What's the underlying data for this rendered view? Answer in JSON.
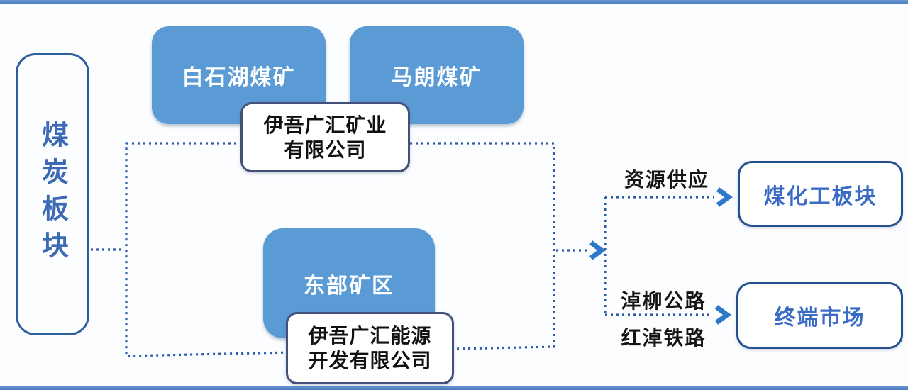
{
  "diagram": {
    "left_panel": {
      "label": "煤炭板块"
    },
    "mines": [
      {
        "label": "白石湖煤矿"
      },
      {
        "label": "马朗煤矿"
      }
    ],
    "mining_company": {
      "line1": "伊吾广汇矿业",
      "line2": "有限公司"
    },
    "east_area": {
      "label": "东部矿区"
    },
    "energy_company": {
      "line1": "伊吾广汇能源",
      "line2": "开发有限公司"
    },
    "flow_labels": {
      "supply": "资源供应",
      "road": "淖柳公路",
      "rail": "红淖铁路"
    },
    "targets": [
      {
        "label": "煤化工板块"
      },
      {
        "label": "终端市场"
      }
    ],
    "colors": {
      "blue_node_fill": "#5b9bd5",
      "blue_node_text": "#ffffff",
      "left_panel_border": "#2d5f9b",
      "left_panel_text": "#3c6ab5",
      "white_box_border": "#43507a",
      "white_box_text": "#111111",
      "target_border": "#24508f",
      "target_text": "#3a6cc6",
      "dotted_line": "#2f5ba8",
      "arrowhead": "#2e78c8",
      "edge_bar": "#4f7fc1",
      "background": "#fcfdff"
    }
  }
}
